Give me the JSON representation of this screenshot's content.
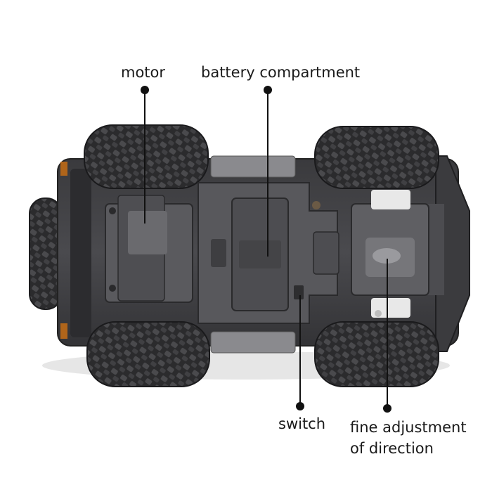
{
  "labels": {
    "motor": "motor",
    "battery": "battery compartment",
    "switch": "switch",
    "fine_line1": "fine adjustment",
    "fine_line2": "of direction"
  }
}
